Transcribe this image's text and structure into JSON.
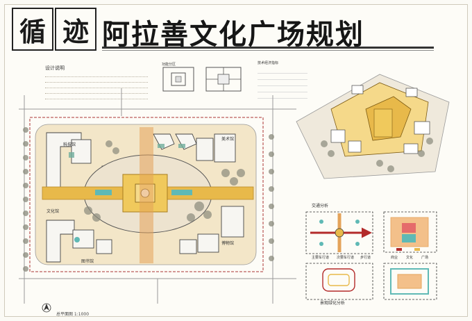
{
  "title": {
    "box_left": "循",
    "box_right": "迹",
    "main": "阿拉善文化广场规划"
  },
  "notes": {
    "design_desc_title": "设计说明",
    "func_title": "功能分区",
    "stats_title": "技术经济指标"
  },
  "plan_labels": {
    "culture_museum": "文化馆",
    "art_museum": "美术馆",
    "science_museum": "科技馆",
    "library": "图书馆",
    "museum": "博物馆"
  },
  "analysis": {
    "traffic_title": "交通分析",
    "greenery_title": "景观绿化分析",
    "traffic_legend": [
      "主要车行道",
      "次要车行道",
      "步行道"
    ],
    "zoning_legend": [
      "商业",
      "文化",
      "广场"
    ]
  },
  "scale_label": "总平面图 1:1000",
  "colors": {
    "plaza_yellow": "#e8b94a",
    "path_orange": "#e4a35a",
    "tree_gray": "#8a8a7c",
    "green_accent": "#6fae9c",
    "traffic_red": "#b32a2a",
    "teal_water": "#5fb9b5"
  }
}
